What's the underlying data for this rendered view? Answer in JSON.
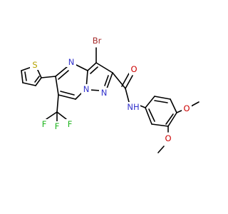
{
  "structure": {
    "atom_labels": {
      "br": "Br",
      "o_carbonyl": "O",
      "n_pyrimidine": "N",
      "n_pyrazole": "N",
      "n_bridge": "N",
      "nh": "NH",
      "s": "S",
      "f1": "F",
      "f2": "F",
      "f3": "F",
      "o_methoxy_top": "O",
      "o_methoxy_bottom": "O"
    },
    "colors": {
      "bond": "#000000",
      "nitrogen": "#3333cc",
      "oxygen": "#cc0000",
      "sulfur": "#b5a300",
      "fluorine": "#1fb51f",
      "bromine": "#a52a2a"
    }
  }
}
